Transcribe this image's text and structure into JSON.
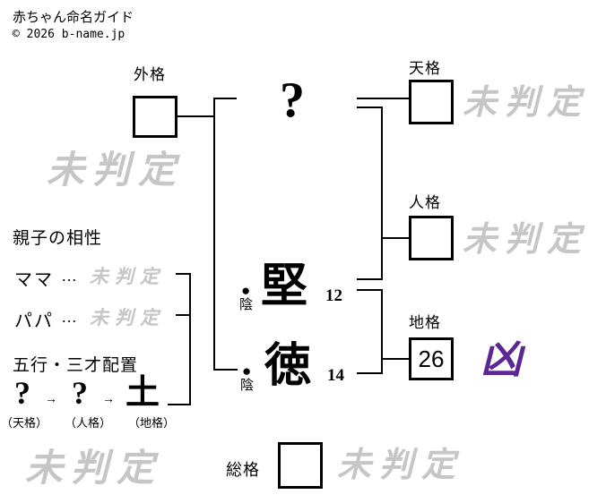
{
  "header": {
    "title": "赤ちゃん命名ガイド",
    "copyright": "© 2026 b-name.jp"
  },
  "kaku": {
    "gaikaku": {
      "label": "外格",
      "value": "",
      "watermark": "未判定"
    },
    "tenkaku": {
      "label": "天格",
      "value": "",
      "watermark": "未判定"
    },
    "jinkaku": {
      "label": "人格",
      "value": "",
      "watermark": "未判定"
    },
    "chikaku": {
      "label": "地格",
      "value": "26",
      "result": "凶"
    },
    "soukaku": {
      "label": "総格",
      "value": "",
      "watermark": "未判定"
    }
  },
  "name": {
    "surname": [
      {
        "char": "?"
      }
    ],
    "given": [
      {
        "marker": "●",
        "yin_yang": "陰",
        "char": "堅",
        "strokes": "12"
      },
      {
        "marker": "●",
        "yin_yang": "陰",
        "char": "徳",
        "strokes": "14"
      }
    ]
  },
  "compatibility": {
    "heading": "親子の相性",
    "rows": [
      {
        "label": "ママ",
        "dots": "…",
        "value": "未判定"
      },
      {
        "label": "パパ",
        "dots": "…",
        "value": "未判定"
      }
    ]
  },
  "sansai": {
    "heading": "五行・三才配置",
    "arrow": "→",
    "items": [
      {
        "symbol": "?",
        "label": "（天格）"
      },
      {
        "symbol": "?",
        "label": "（人格）"
      },
      {
        "symbol": "土",
        "label": "（地格）"
      }
    ]
  },
  "watermark": {
    "under_gaikaku": "未判定",
    "bottom_left": "未判定"
  },
  "colors": {
    "result_bad": "#5b2794",
    "watermark": "#c6c6c6",
    "line": "#000000"
  }
}
